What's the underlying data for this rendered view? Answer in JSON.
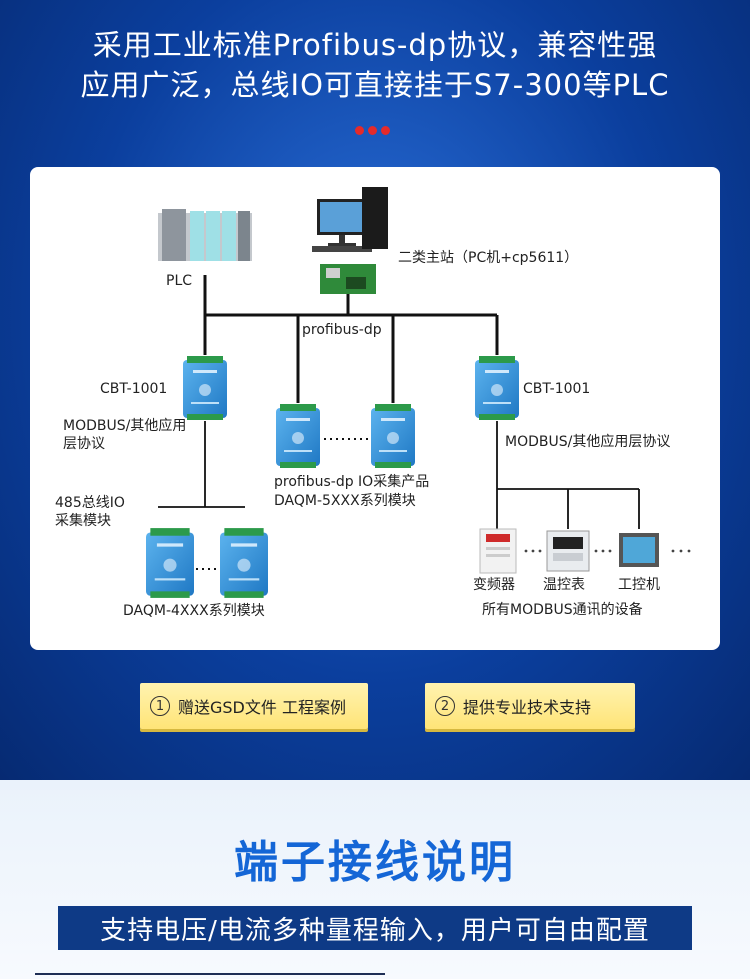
{
  "header": {
    "line1": "采用工业标准Profibus-dp协议，兼容性强",
    "line2": "应用广泛，总线IO可直接挂于S7-300等PLC"
  },
  "diagram": {
    "plc": "PLC",
    "master": "二类主站（PC机+cp5611）",
    "bus": "profibus-dp",
    "cbt_left": "CBT-1001",
    "cbt_right": "CBT-1001",
    "modbus_left": "MODBUS/其他应用层协议",
    "modbus_right": "MODBUS/其他应用层协议",
    "rs485": "485总线IO采集模块",
    "dp_product_line1": "profibus-dp IO采集产品",
    "dp_product_line2": "DAQM-5XXX系列模块",
    "daqm4": "DAQM-4XXX系列模块",
    "inverter": "变频器",
    "thermostat": "温控表",
    "ipc": "工控机",
    "all_modbus": "所有MODBUS通讯的设备"
  },
  "badges": [
    {
      "num": "1",
      "text": "赠送GSD文件 工程案例"
    },
    {
      "num": "2",
      "text": "提供专业技术支持"
    }
  ],
  "section": {
    "title": "端子接线说明",
    "subtitle": "支持电压/电流多种量程输入，用户可自由配置"
  },
  "colors": {
    "module_blue": "#2f8fd6",
    "accent_blue": "#1466d6",
    "badge_yellow": "#ffe98a",
    "dot_red": "#e52a2a",
    "dark_navy": "#0e3a86"
  }
}
